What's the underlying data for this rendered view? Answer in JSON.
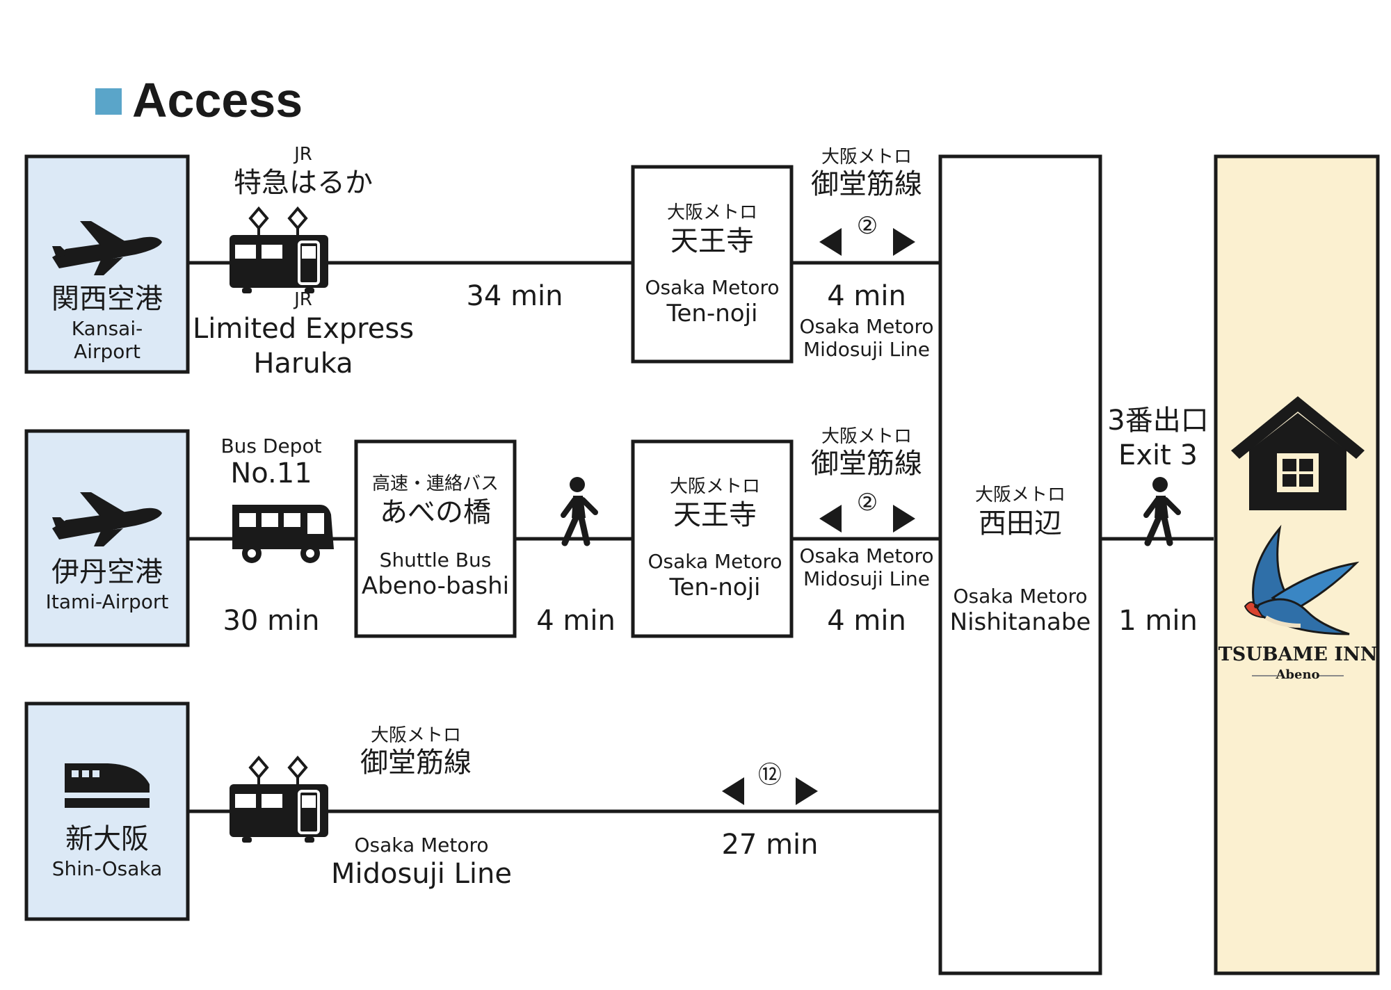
{
  "title": "Access",
  "colors": {
    "accent": "#5aa5c9",
    "airport_box": "#dce9f6",
    "hotel_box": "#fbf0d0",
    "ink": "#1a1a1a"
  },
  "origins": {
    "kansai": {
      "jp": "関西空港",
      "en1": "Kansai-",
      "en2": "Airport",
      "icon": "airplane-icon"
    },
    "itami": {
      "jp": "伊丹空港",
      "en": "Itami-Airport",
      "icon": "airplane-icon"
    },
    "shin_osaka": {
      "jp": "新大阪",
      "en": "Shin-Osaka",
      "icon": "bullet-train-icon"
    }
  },
  "route1": {
    "train_jr_top": "JR",
    "train_name_jp": "特急はるか",
    "train_jr_bottom": "JR",
    "train_name_en1": "Limited Express",
    "train_name_en2": "Haruka",
    "time": "34 min",
    "station_operator_jp": "大阪メトロ",
    "station_jp": "天王寺",
    "station_operator_en": "Osaka Metoro",
    "station_en": "Ten-noji",
    "line_operator_jp": "大阪メトロ",
    "line_jp": "御堂筋線",
    "stops": "②",
    "time2": "4 min",
    "line_operator_en": "Osaka Metoro",
    "line_en": "Midosuji Line"
  },
  "route2": {
    "bus_stop_label": "Bus Depot",
    "bus_stop_no": "No.11",
    "time_bus": "30 min",
    "bus_stop_jp_top": "高速・連絡バス",
    "bus_stop_jp": "あべの橋",
    "bus_stop_en_top": "Shuttle Bus",
    "bus_stop_en": "Abeno-bashi",
    "time_walk": "4 min",
    "station_operator_jp": "大阪メトロ",
    "station_jp": "天王寺",
    "station_operator_en": "Osaka Metoro",
    "station_en": "Ten-noji",
    "line_operator_jp": "大阪メトロ",
    "line_jp": "御堂筋線",
    "stops": "②",
    "line_operator_en": "Osaka Metoro",
    "line_en": "Midosuji Line",
    "time_metro": "4 min"
  },
  "route3": {
    "line_operator_jp": "大阪メトロ",
    "line_jp": "御堂筋線",
    "stops": "⑫",
    "line_operator_en": "Osaka Metoro",
    "line_en": "Midosuji Line",
    "time": "27 min"
  },
  "nishitanabe": {
    "operator_jp": "大阪メトロ",
    "name_jp": "西田辺",
    "operator_en": "Osaka Metoro",
    "name_en": "Nishitanabe"
  },
  "exit": {
    "jp": "3番出口",
    "en": "Exit 3",
    "time": "1 min"
  },
  "hotel": {
    "brand": "TSUBAME INN",
    "sub": "Abeno"
  }
}
